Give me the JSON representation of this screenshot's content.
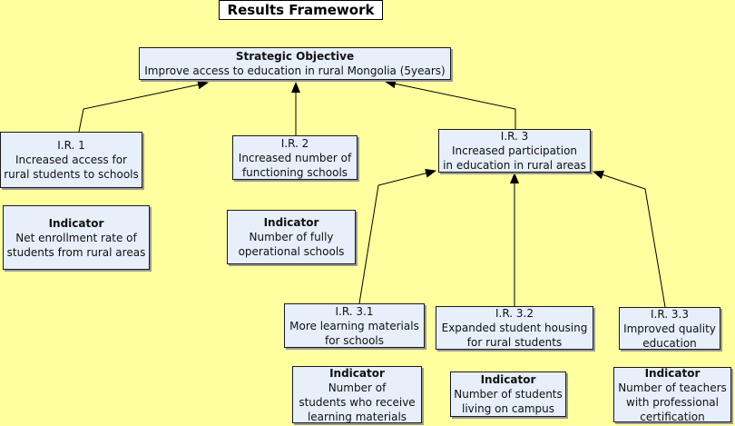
{
  "title": "Results Framework",
  "strategic_objective": {
    "heading": "Strategic Objective",
    "text": "Improve access to education in rural Mongolia (5years)"
  },
  "results": [
    {
      "id": "ir1",
      "code": "I.R. 1",
      "lines": [
        "Increased access for",
        "rural students to schools"
      ]
    },
    {
      "id": "ir2",
      "code": "I.R. 2",
      "lines": [
        "Increased number of",
        "functioning schools"
      ]
    },
    {
      "id": "ir3",
      "code": "I.R. 3",
      "lines": [
        "Increased participation",
        "in education in rural areas"
      ]
    },
    {
      "id": "ir31",
      "code": "I.R. 3.1",
      "lines": [
        "More learning materials",
        "for schools"
      ]
    },
    {
      "id": "ir32",
      "code": "I.R. 3.2",
      "lines": [
        "Expanded student housing",
        "for rural students"
      ]
    },
    {
      "id": "ir33",
      "code": "I.R. 3.3",
      "lines": [
        "Improved quality",
        "education"
      ]
    }
  ],
  "indicators": [
    {
      "id": "ind1",
      "heading": "Indicator",
      "lines": [
        "Net enrollment rate of",
        "students from rural areas"
      ]
    },
    {
      "id": "ind2",
      "heading": "Indicator",
      "lines": [
        "Number of fully",
        "operational schools"
      ]
    },
    {
      "id": "ind31",
      "heading": "Indicator",
      "lines": [
        "Number of",
        "students who receive",
        "learning materials"
      ]
    },
    {
      "id": "ind32",
      "heading": "Indicator",
      "lines": [
        "Number of students",
        "living on campus"
      ]
    },
    {
      "id": "ind33",
      "heading": "Indicator",
      "lines": [
        "Number of teachers",
        "with professional",
        "certification"
      ]
    }
  ],
  "colors": {
    "background": "#ffff9f",
    "box_fill": "#e6effa",
    "line": "#000000"
  }
}
